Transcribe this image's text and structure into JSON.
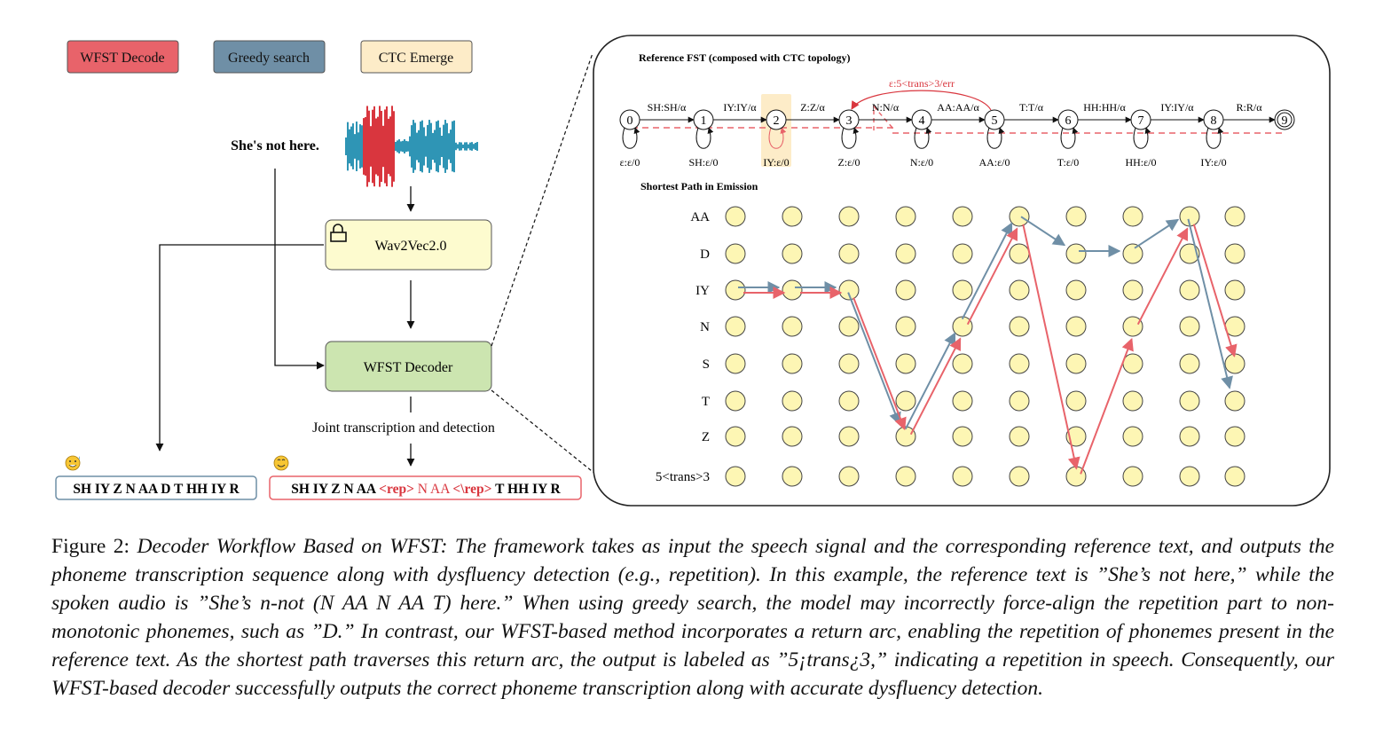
{
  "legend": [
    {
      "label": "WFST Decode",
      "color": "#e8636a"
    },
    {
      "label": "Greedy search",
      "color": "#6f8fa6"
    },
    {
      "label": "CTC Emerge",
      "color": "#fdecc8"
    }
  ],
  "input_text": "She's not here.",
  "wav2vec_label": "Wav2Vec2.0",
  "wfst_decoder_label": "WFST Decoder",
  "joint_label": "Joint transcription and detection",
  "greedy_output": "SH IY Z N AA D T HH IY R",
  "wfst_output": {
    "prefix": "SH IY Z N AA ",
    "rep_open": "<rep>",
    "rep_body": " N AA ",
    "rep_close": "<\\rep>",
    "suffix": " T HH IY R"
  },
  "fst": {
    "title": "Reference FST (composed with CTC topology)",
    "states": [
      "0",
      "1",
      "2",
      "3",
      "4",
      "5",
      "6",
      "7",
      "8",
      "9"
    ],
    "arc_labels": [
      "SH:SH/α",
      "IY:IY/α",
      "Z:Z/α",
      "N:N/α",
      "AA:AA/α",
      "T:T/α",
      "HH:HH/α",
      "IY:IY/α",
      "R:R/α"
    ],
    "self_loops": [
      "ε:ε/0",
      "SH:ε/0",
      "IY:ε/0",
      "Z:ε/0",
      "N:ε/0",
      "AA:ε/0",
      "T:ε/0",
      "HH:ε/0",
      "IY:ε/0"
    ],
    "return_arc": "ε:5<trans>3/err"
  },
  "emission": {
    "title": "Shortest Path in Emission",
    "rows": [
      "AA",
      "D",
      "IY",
      "N",
      "S",
      "T",
      "Z",
      "5<trans>3"
    ]
  },
  "colors": {
    "wfst": "#e8636a",
    "greedy": "#6f8fa6",
    "ctc": "#fdecc8",
    "node": "#fdf6b4",
    "wav2vec": "#fdfbcf",
    "decoder": "#cce5b0"
  },
  "caption": {
    "label": "Figure 2:",
    "text": "Decoder Workflow Based on WFST: The framework takes as input the speech signal and the corresponding reference text, and outputs the phoneme transcription sequence along with dysfluency detection (e.g., repetition). In this example, the reference text is ”She’s not here,” while the spoken audio is ”She’s n-not (N AA N AA T) here.” When using greedy search, the model may incorrectly force-align the repetition part to non-monotonic phonemes, such as ”D.” In contrast, our WFST-based method incorporates a return arc, enabling the repetition of phonemes present in the reference text. As the shortest path traverses this return arc, the output is labeled as ”5¡trans¿3,” indicating a repetition in speech. Consequently, our WFST-based decoder successfully outputs the correct phoneme transcription along with accurate dysfluency detection."
  }
}
